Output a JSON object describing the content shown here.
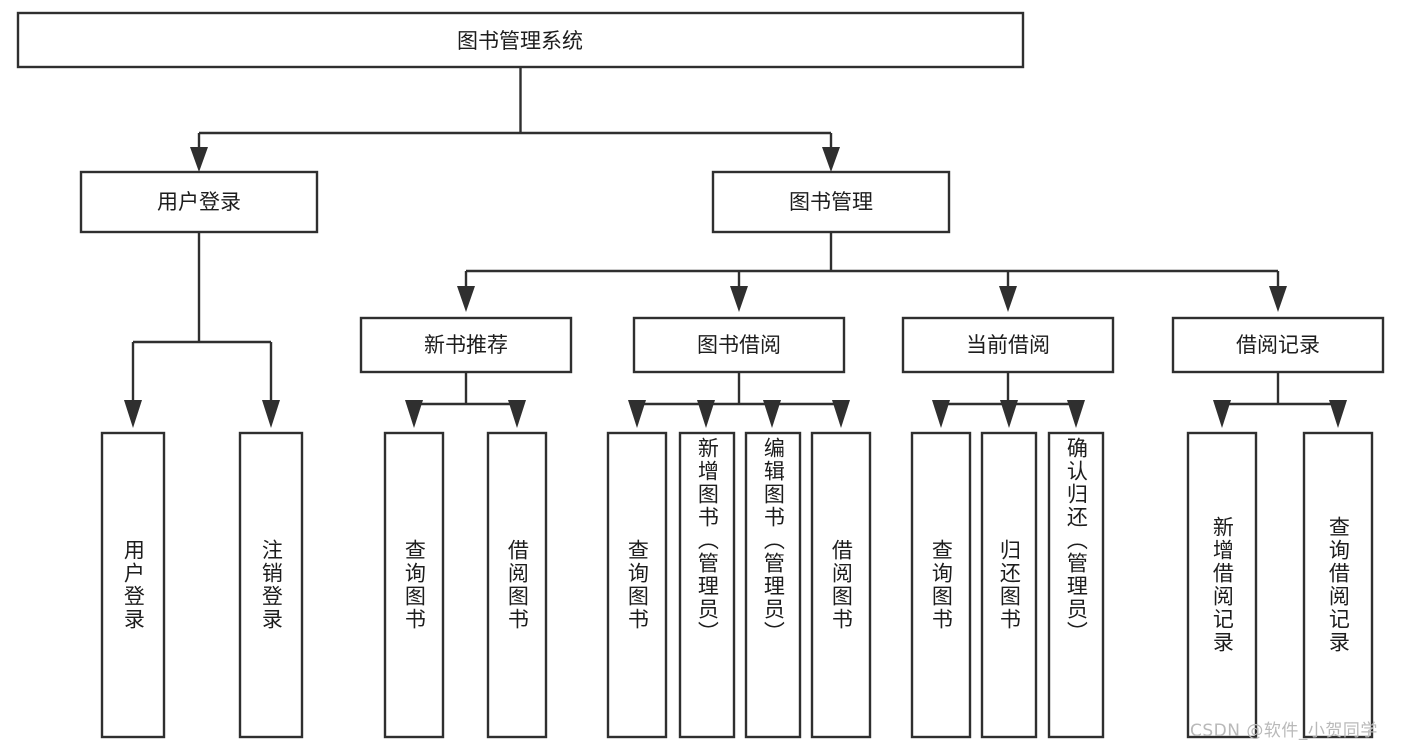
{
  "diagram": {
    "title": "图书管理系统",
    "type": "tree-hierarchy",
    "orientation": "top-down",
    "background_color": "#ffffff",
    "line_color": "#2f2f2f",
    "text_color": "#1d1d1d",
    "watermark": "CSDN @软件_小贺同学",
    "watermark_color": "#b9b9b9"
  },
  "nodes": {
    "root": {
      "label": "图书管理系统",
      "level": 0
    },
    "level1": [
      {
        "id": "user-login",
        "label": "用户登录"
      },
      {
        "id": "book-manage",
        "label": "图书管理"
      }
    ],
    "level2": [
      {
        "id": "new-book-recommend",
        "label": "新书推荐",
        "parent": "book-manage"
      },
      {
        "id": "book-borrow",
        "label": "图书借阅",
        "parent": "book-manage"
      },
      {
        "id": "current-borrow",
        "label": "当前借阅",
        "parent": "book-manage"
      },
      {
        "id": "borrow-record",
        "label": "借阅记录",
        "parent": "book-manage"
      }
    ],
    "leaves": [
      {
        "id": "leaf-user-login",
        "label": "用户登录",
        "parent": "user-login"
      },
      {
        "id": "leaf-user-logout",
        "label": "注销登录",
        "parent": "user-login"
      },
      {
        "id": "leaf-query-book-1",
        "label": "查询图书",
        "parent": "new-book-recommend"
      },
      {
        "id": "leaf-borrow-book-1",
        "label": "借阅图书",
        "parent": "new-book-recommend"
      },
      {
        "id": "leaf-query-book-2",
        "label": "查询图书",
        "parent": "book-borrow"
      },
      {
        "id": "leaf-add-book",
        "label": "新增图书（管理员）",
        "parent": "book-borrow"
      },
      {
        "id": "leaf-edit-book",
        "label": "编辑图书（管理员）",
        "parent": "book-borrow"
      },
      {
        "id": "leaf-borrow-book-2",
        "label": "借阅图书",
        "parent": "book-borrow"
      },
      {
        "id": "leaf-query-book-3",
        "label": "查询图书",
        "parent": "current-borrow"
      },
      {
        "id": "leaf-return-book",
        "label": "归还图书",
        "parent": "current-borrow"
      },
      {
        "id": "leaf-confirm-return",
        "label": "确认归还（管理员）",
        "parent": "current-borrow"
      },
      {
        "id": "leaf-add-record",
        "label": "新增借阅记录",
        "parent": "borrow-record"
      },
      {
        "id": "leaf-query-record",
        "label": "查询借阅记录",
        "parent": "borrow-record"
      }
    ]
  }
}
